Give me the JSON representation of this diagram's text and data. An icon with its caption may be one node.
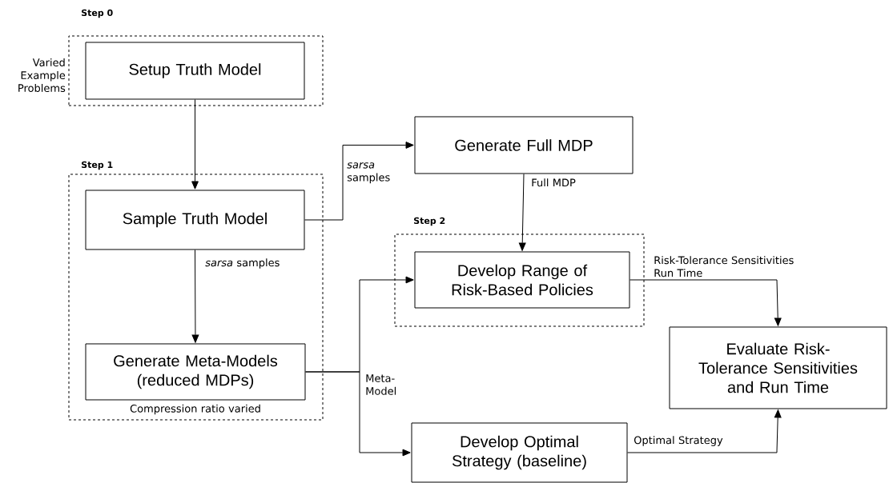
{
  "diagram": {
    "nodes": [
      {
        "text": [
          "Step 0"
        ],
        "beside": [
          "Varied Example Problems"
        ]
      },
      {
        "text": [
          "Setup Truth Model"
        ],
        "in": 0
      },
      {
        "text": [
          "Step 1"
        ]
      },
      {
        "text": [
          "Sample Truth Model"
        ],
        "in": 2
      },
      {
        "text": [
          "Generate Meta-Models (reduced MDPs)"
        ],
        "in": 2,
        "beside": [
          "Compression ratio varied"
        ]
      },
      {
        "text": [
          "Generate Full MDP"
        ]
      },
      {
        "text": [
          "Step 2"
        ]
      },
      {
        "text": [
          "Develop Range of Risk-Based Policies"
        ],
        "in": 6
      },
      {
        "text": [
          "Evaluate Risk-Tolerance Sensitivities and Run Time"
        ]
      },
      {
        "text": [
          "Develop Optimal Strategy (baseline)"
        ]
      }
    ],
    "edges": [
      {
        "from": 1,
        "to": 3,
        "arrow": "to"
      },
      {
        "from": 3,
        "to": 5,
        "arrow": "to",
        "label": "*sarsa* samples"
      },
      {
        "from": 3,
        "to": 4,
        "arrow": "to",
        "label": "*sarsa* samples"
      },
      {
        "from": 5,
        "to": 7,
        "arrow": "to",
        "label": "Full MDP"
      },
      {
        "from": 4,
        "to": 7,
        "arrow": "to",
        "label": "Meta-Model"
      },
      {
        "from": 4,
        "to": 9,
        "arrow": "to"
      },
      {
        "from": 7,
        "to": 8,
        "arrow": "to",
        "label": "Risk-Tolerance Sensitivities Run Time"
      },
      {
        "from": 9,
        "to": 8,
        "arrow": "to",
        "label": "Optimal Strategy"
      }
    ]
  }
}
